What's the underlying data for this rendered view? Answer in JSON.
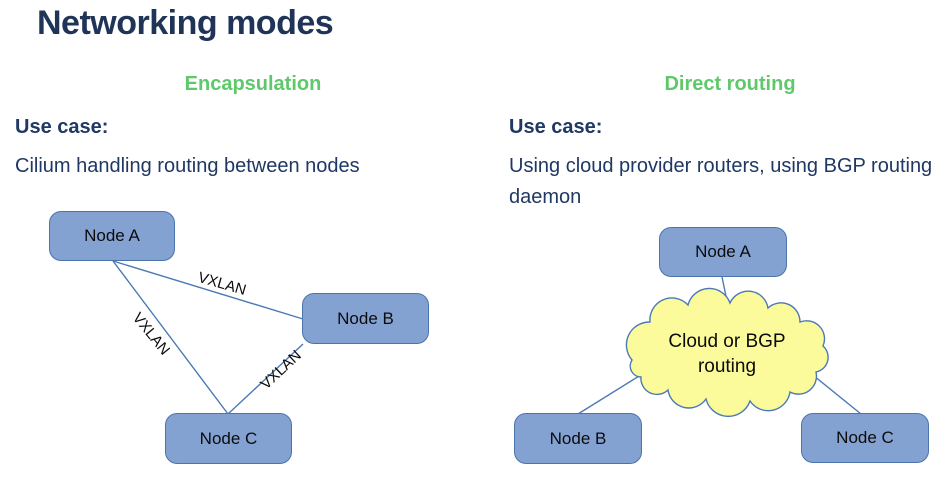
{
  "title": "Networking modes",
  "colors": {
    "title_navy": "#1f3456",
    "body_navy": "#1f3864",
    "heading_green": "#5ec96a",
    "node_fill": "#84a2d1",
    "node_border": "#4b74ad",
    "connector_blue": "#4b79b6",
    "cloud_fill": "#fbfb9c"
  },
  "columns": [
    {
      "heading": "Encapsulation",
      "use_case_label": "Use case:",
      "use_case_text": "Cilium handling routing between nodes",
      "nodes": {
        "a": "Node A",
        "b": "Node B",
        "c": "Node C"
      },
      "edge_labels": {
        "ab": "VXLAN",
        "ac": "VXLAN",
        "bc": "VXLAN"
      }
    },
    {
      "heading": "Direct routing",
      "use_case_label": "Use case:",
      "use_case_text": "Using cloud provider routers, using BGP routing daemon",
      "nodes": {
        "a": "Node A",
        "b": "Node B",
        "c": "Node C"
      },
      "cloud_label": {
        "line1": "Cloud or BGP",
        "line2": "routing"
      }
    }
  ]
}
